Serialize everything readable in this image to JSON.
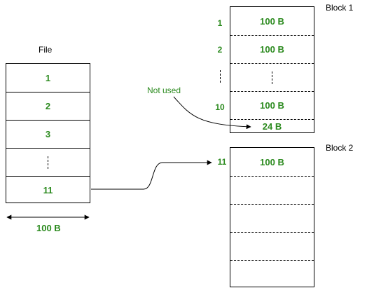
{
  "file": {
    "title": "File",
    "rows": [
      "1",
      "2",
      "3",
      "",
      "11"
    ],
    "width_label": "100 B"
  },
  "block1": {
    "title": "Block 1",
    "indices": [
      "1",
      "2",
      "",
      "10"
    ],
    "cells": [
      "100 B",
      "100 B",
      "",
      "100 B",
      "24 B"
    ]
  },
  "block2": {
    "title": "Block 2",
    "index": "11",
    "cells": [
      "100 B",
      "",
      "",
      "",
      ""
    ]
  },
  "annotation": {
    "not_used": "Not used"
  },
  "colors": {
    "green": "#2b8a1e",
    "line": "#000000"
  }
}
